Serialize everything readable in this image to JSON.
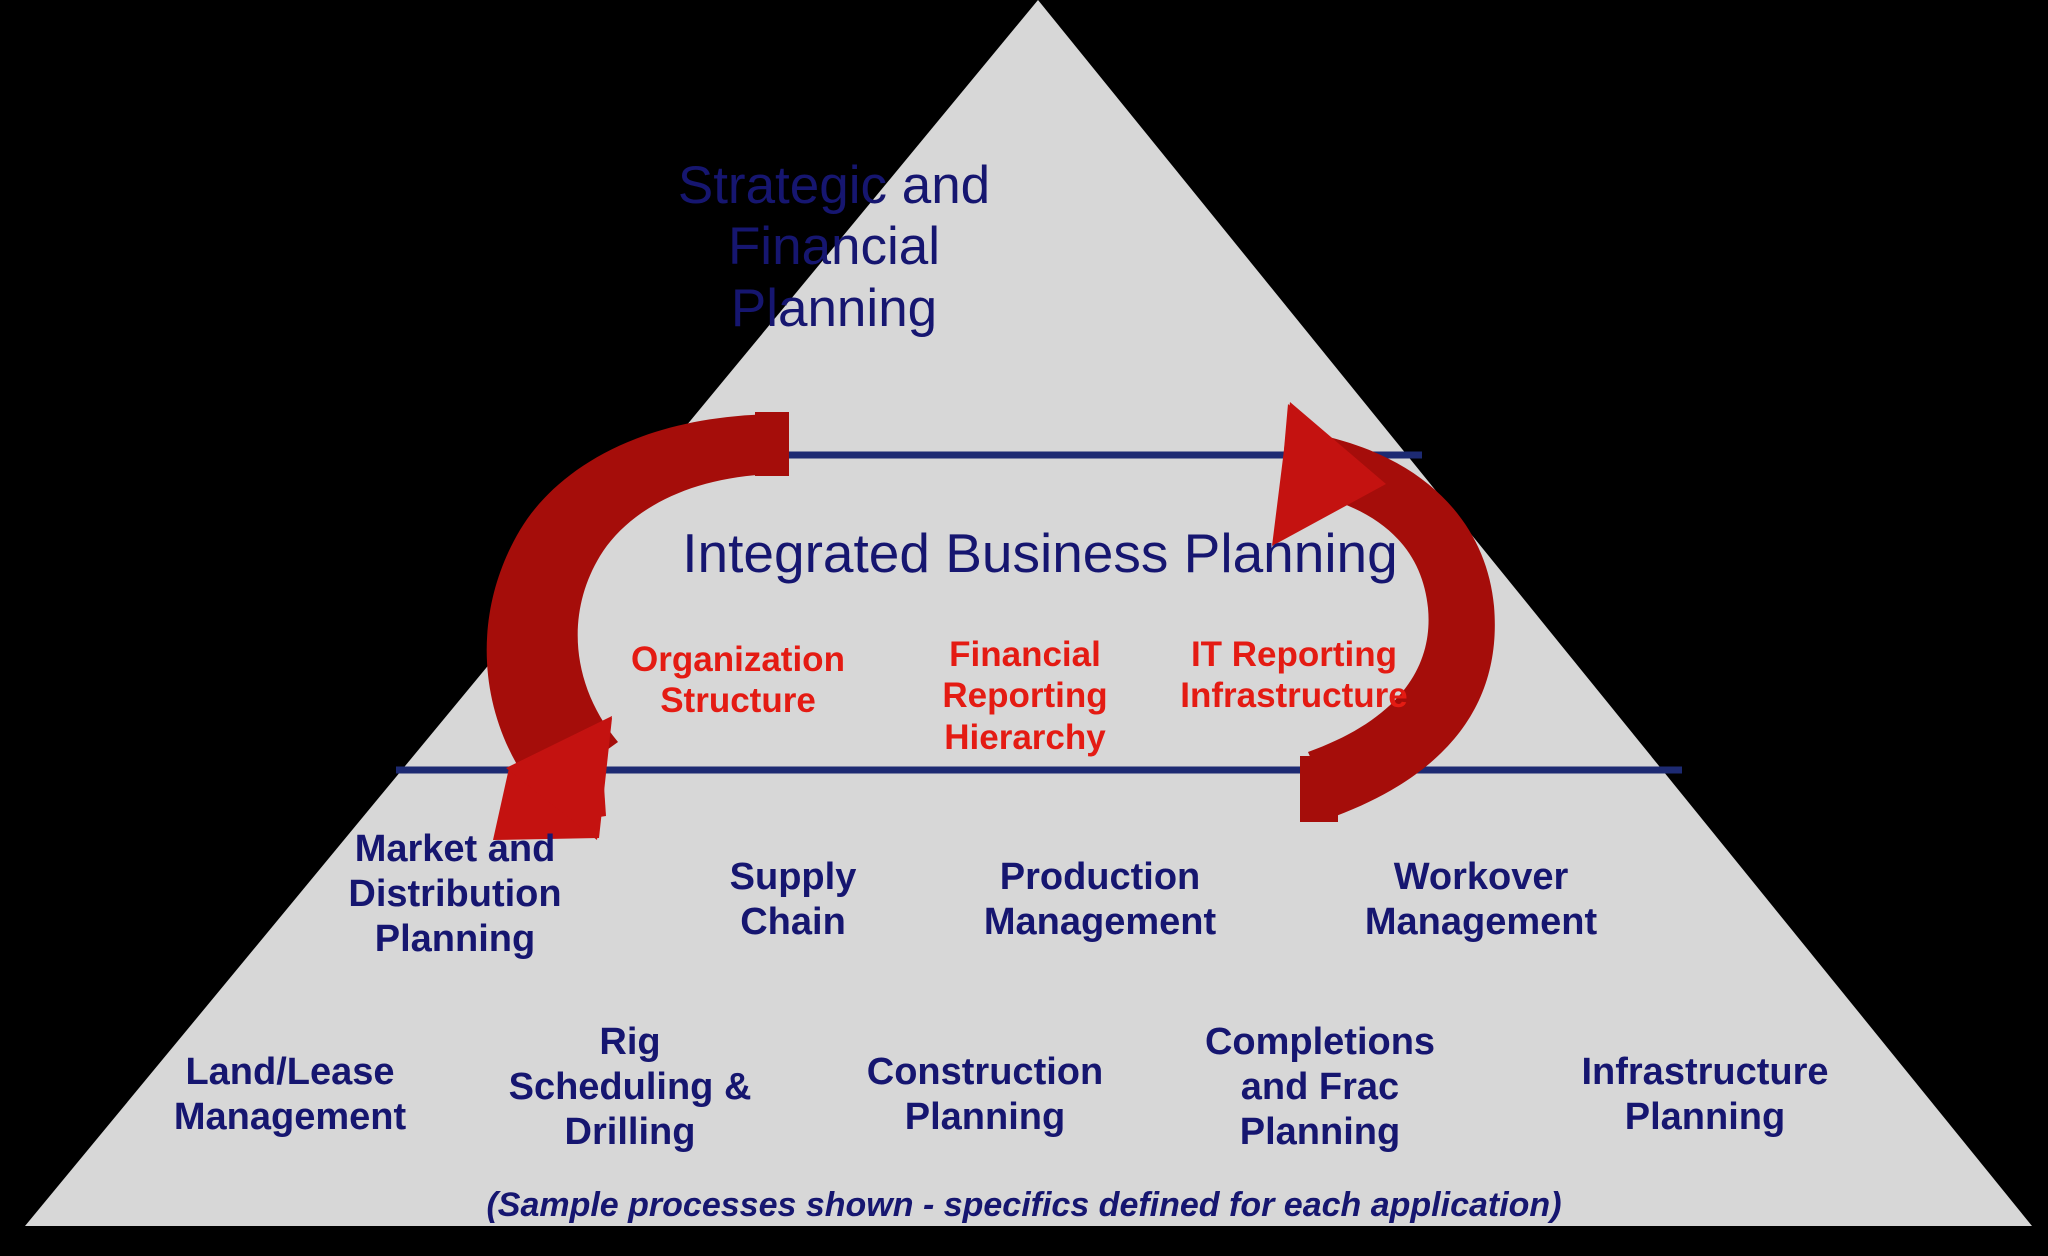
{
  "diagram": {
    "title": "Integrated Business Planning Pyramid",
    "background_color": "#000000",
    "pyramid_fill": "#d7d7d7",
    "navy": "#161670",
    "red": "#e41b13",
    "arrow_red_light": "#d61510",
    "arrow_red_dark": "#a50d0a"
  },
  "tiers": {
    "tier1": {
      "label": "Strategic and\nFinancial\nPlanning"
    },
    "tier2": {
      "label": "Integrated Business Planning",
      "enablers": [
        {
          "label": "Organization\nStructure"
        },
        {
          "label": "Financial\nReporting\nHierarchy"
        },
        {
          "label": "IT Reporting\nInfrastructure"
        }
      ]
    },
    "tier3": {
      "processes": [
        {
          "label": "Market and\nDistribution\nPlanning"
        },
        {
          "label": "Supply\nChain"
        },
        {
          "label": "Production\nManagement"
        },
        {
          "label": "Workover\nManagement"
        }
      ]
    },
    "tier4": {
      "processes": [
        {
          "label": "Land/Lease\nManagement"
        },
        {
          "label": "Rig\nScheduling &\nDrilling"
        },
        {
          "label": "Construction\nPlanning"
        },
        {
          "label": "Completions\nand Frac\nPlanning"
        },
        {
          "label": "Infrastructure\nPlanning"
        }
      ]
    }
  },
  "cycle_arrows": {
    "left_arrow_name": "down-right-cycle-arrow",
    "right_arrow_name": "up-left-cycle-arrow"
  },
  "footnote": {
    "text": "(Sample processes shown -  specifics defined for each application)"
  }
}
